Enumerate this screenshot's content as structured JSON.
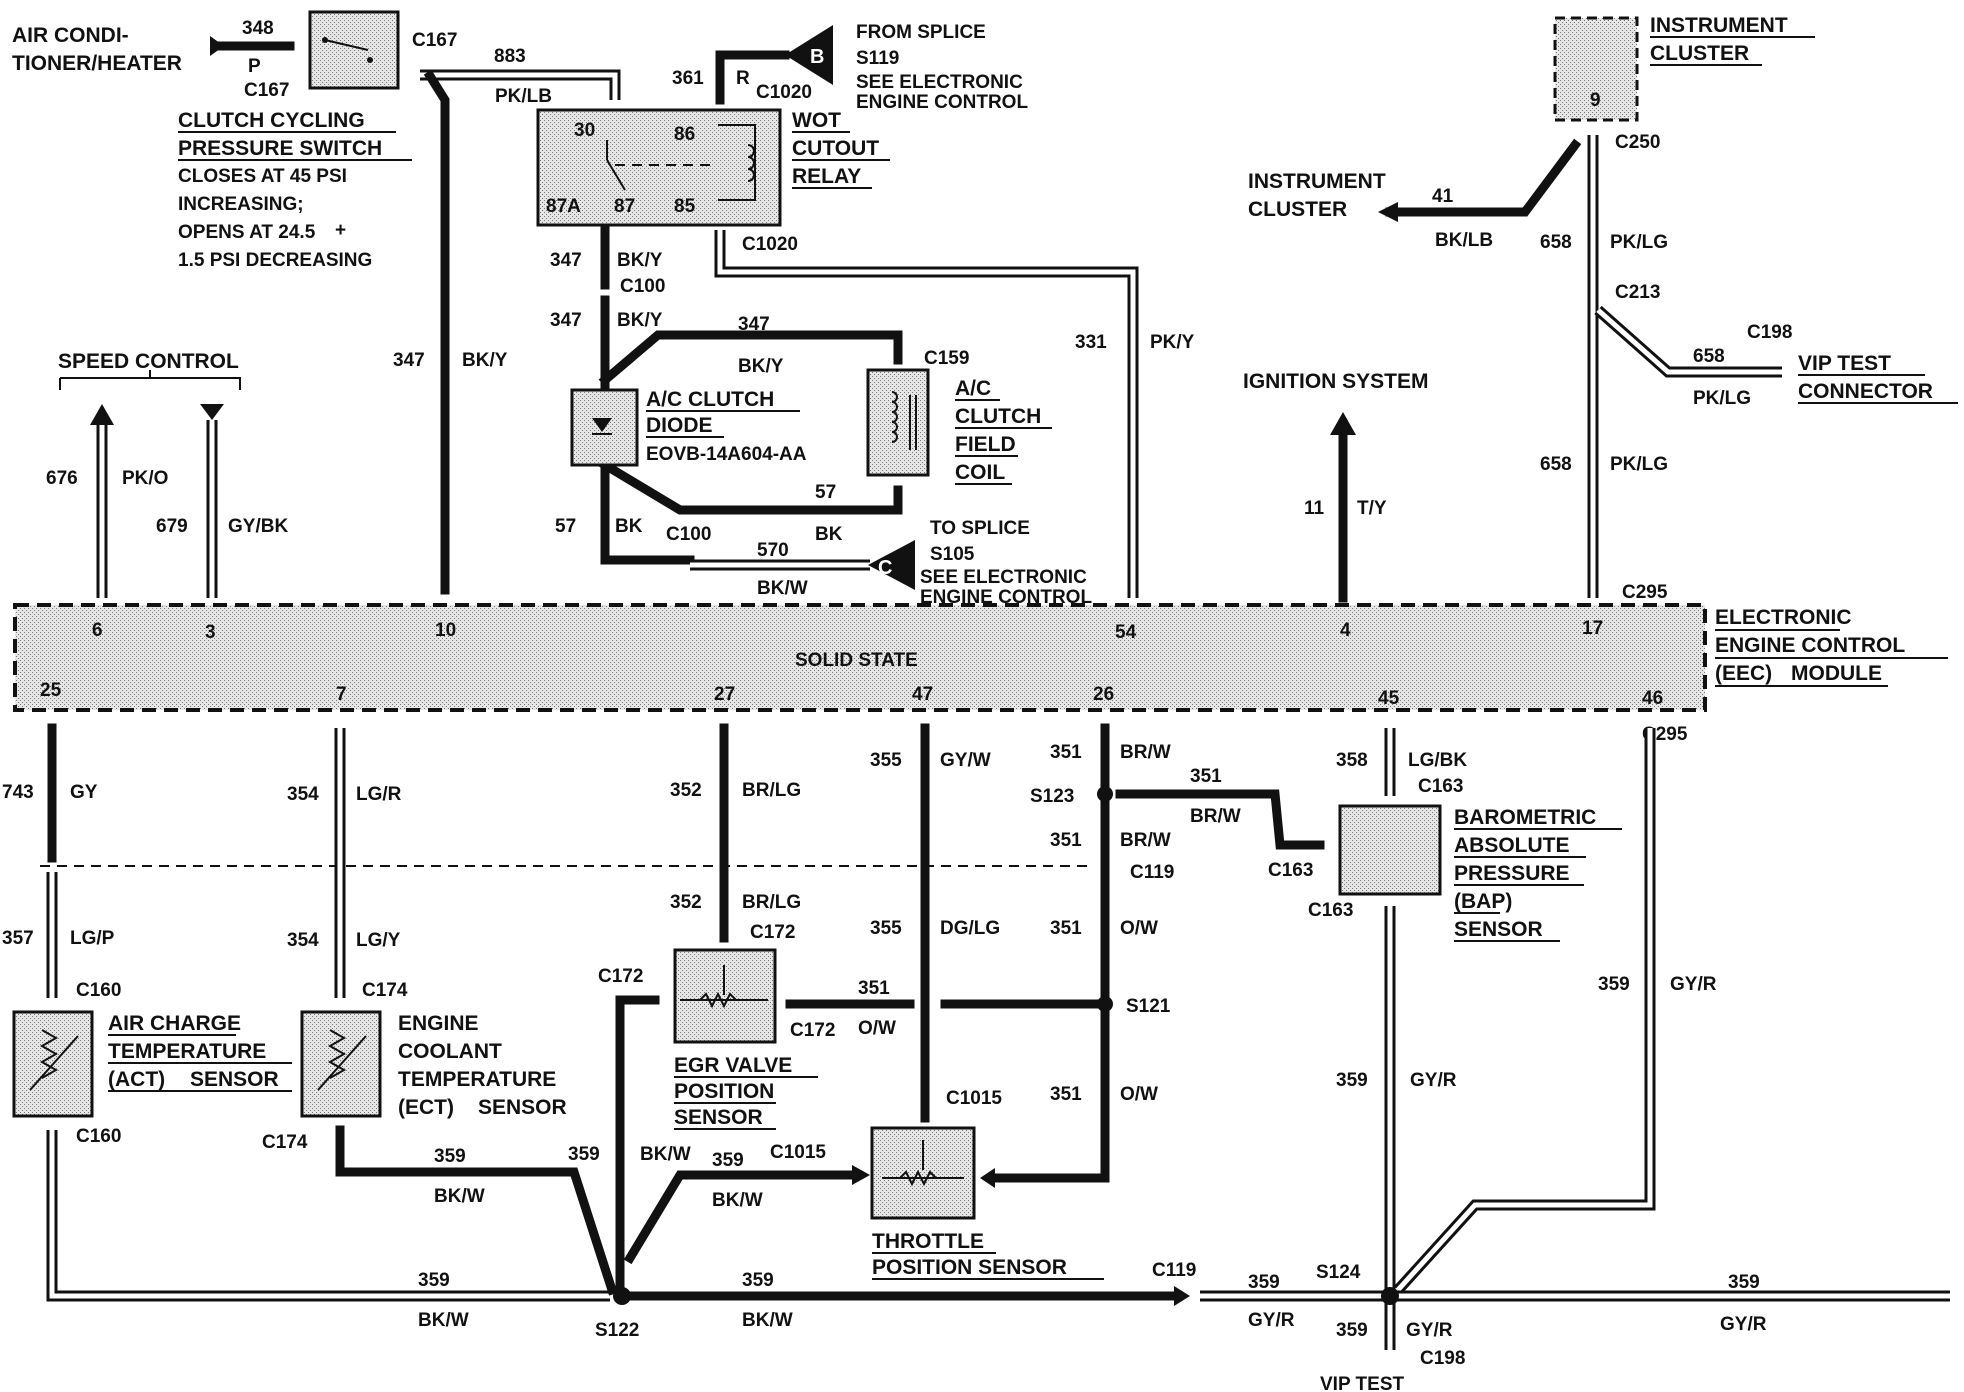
{
  "components": {
    "ac_heater": [
      "AIR CONDI-",
      "TIONER/HEATER"
    ],
    "clutch_switch": {
      "title": [
        "CLUTCH CYCLING",
        "PRESSURE SWITCH"
      ],
      "notes": [
        "CLOSES AT 45 PSI",
        "INCREASING;",
        "OPENS AT 24.5",
        "1.5 PSI DECREASING"
      ],
      "plusminus": "+"
    },
    "wot_relay": {
      "title": [
        "WOT",
        "CUTOUT",
        "RELAY"
      ],
      "pins": [
        "30",
        "86",
        "87A",
        "87",
        "85"
      ]
    },
    "from_splice": {
      "letter": "B",
      "lines": [
        "FROM SPLICE",
        "S119",
        "SEE ELECTRONIC",
        "ENGINE CONTROL"
      ]
    },
    "to_splice": {
      "letter": "C",
      "lines": [
        "TO SPLICE",
        "S105",
        "SEE ELECTRONIC",
        "ENGINE CONTROL"
      ]
    },
    "instrument_cluster_top": {
      "title": [
        "INSTRUMENT",
        "CLUSTER"
      ],
      "pin": "9"
    },
    "instrument_cluster_left": [
      "INSTRUMENT",
      "CLUSTER"
    ],
    "speed_control": "SPEED CONTROL",
    "ignition_system": "IGNITION SYSTEM",
    "diode": {
      "title": [
        "A/C CLUTCH",
        "DIODE"
      ],
      "part": "EOVB-14A604-AA"
    },
    "field_coil": [
      "A/C",
      "CLUTCH",
      "FIELD",
      "COIL"
    ],
    "vip_test_connector": [
      "VIP TEST",
      "CONNECTOR"
    ],
    "eec_module": {
      "title": [
        "ELECTRONIC",
        "ENGINE CONTROL",
        "(EEC)"
      ],
      "title_suffix": "MODULE",
      "center": "SOLID STATE",
      "pins_top": [
        "6",
        "3",
        "10",
        "54",
        "4",
        "17"
      ],
      "pins_bottom": [
        "25",
        "7",
        "27",
        "47",
        "26",
        "45",
        "46"
      ]
    },
    "bap_sensor": [
      "BAROMETRIC",
      "ABSOLUTE",
      "PRESSURE",
      "(BAP)",
      "SENSOR"
    ],
    "act_sensor": [
      "AIR CHARGE",
      "TEMPERATURE",
      "(ACT)",
      "SENSOR"
    ],
    "ect_sensor": [
      "ENGINE",
      "COOLANT",
      "TEMPERATURE",
      "(ECT)",
      "SENSOR"
    ],
    "egr_sensor": [
      "EGR VALVE",
      "POSITION",
      "SENSOR"
    ],
    "tps": [
      "THROTTLE",
      "POSITION SENSOR"
    ],
    "vip_test_bottom": "VIP TEST"
  },
  "connectors": {
    "C167": "C167",
    "C1020": "C1020",
    "C100": "C100",
    "C159": "C159",
    "C250": "C250",
    "C213": "C213",
    "C198": "C198",
    "C295": "C295",
    "C163": "C163",
    "C119": "C119",
    "C160": "C160",
    "C174": "C174",
    "C172": "C172",
    "C1015": "C1015"
  },
  "splices": {
    "S123": "S123",
    "S121": "S121",
    "S122": "S122",
    "S124": "S124"
  },
  "wires": {
    "w348": {
      "num": "348",
      "color": "P"
    },
    "w883": {
      "num": "883",
      "color": "PK/LB"
    },
    "w361": {
      "num": "361",
      "color": "R"
    },
    "w347": {
      "num": "347",
      "color": "BK/Y"
    },
    "w331": {
      "num": "331",
      "color": "PK/Y"
    },
    "w57": {
      "num": "57",
      "color": "BK"
    },
    "w570": {
      "num": "570",
      "color": "BK/W"
    },
    "w41": {
      "num": "41",
      "color": "BK/LB"
    },
    "w658": {
      "num": "658",
      "color": "PK/LG"
    },
    "w676": {
      "num": "676",
      "color": "PK/O"
    },
    "w679": {
      "num": "679",
      "color": "GY/BK"
    },
    "w11": {
      "num": "11",
      "color": "T/Y"
    },
    "w743": {
      "num": "743",
      "color": "GY"
    },
    "w357": {
      "num": "357",
      "color": "LG/P"
    },
    "w354a": {
      "num": "354",
      "color": "LG/R"
    },
    "w354b": {
      "num": "354",
      "color": "LG/Y"
    },
    "w352": {
      "num": "352",
      "color": "BR/LG"
    },
    "w355a": {
      "num": "355",
      "color": "GY/W"
    },
    "w355b": {
      "num": "355",
      "color": "DG/LG"
    },
    "w351a": {
      "num": "351",
      "color": "BR/W"
    },
    "w351b": {
      "num": "351",
      "color": "O/W"
    },
    "w358": {
      "num": "358",
      "color": "LG/BK"
    },
    "w359": {
      "num": "359",
      "color": "GY/R"
    },
    "w359b": {
      "num": "359",
      "color": "BK/W"
    }
  }
}
